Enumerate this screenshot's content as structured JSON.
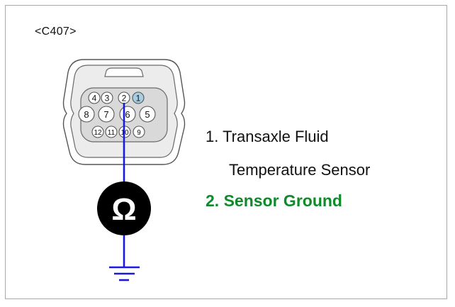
{
  "connector": {
    "id_label": "<C407>",
    "pins_top": [
      "4",
      "3",
      "2",
      "1"
    ],
    "pins_mid": [
      "8",
      "7",
      "6",
      "5"
    ],
    "pins_bot": [
      "12",
      "11",
      "10",
      "9"
    ],
    "highlight_pin": "1",
    "probe_pin": "2"
  },
  "meter": {
    "symbol": "Ω",
    "symbol_icon": "ohmmeter-icon"
  },
  "ground": {
    "icon": "ground-icon"
  },
  "legend": {
    "item1_line1": "1. Transaxle Fluid",
    "item1_line2": "Temperature Sensor",
    "item2": "2. Sensor Ground"
  },
  "colors": {
    "wire": "#1a1adc",
    "highlight_pin_fill": "#a6cde0",
    "legend_highlight": "#0f8a2a",
    "meter_fill": "#000000",
    "frame_border": "#a9a9a9"
  }
}
